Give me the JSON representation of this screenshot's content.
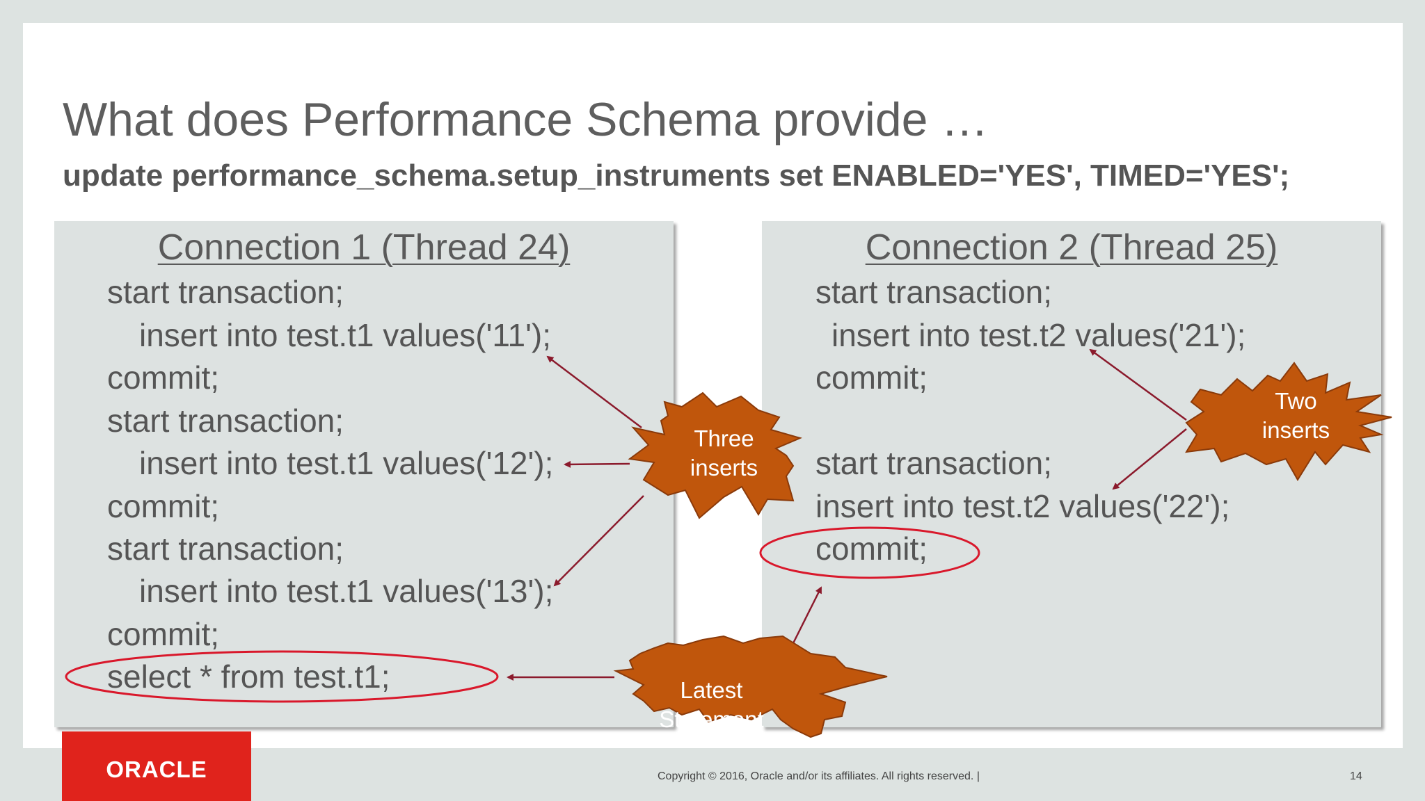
{
  "title": "What does Performance Schema provide …",
  "subtitle": "update performance_schema.setup_instruments set ENABLED='YES', TIMED='YES';",
  "connection1": {
    "heading": "Connection 1 (Thread 24)",
    "lines": [
      "start transaction;",
      "insert into test.t1 values('11');",
      "commit;",
      "start transaction;",
      "insert into test.t1 values('12');",
      "commit;",
      "start transaction;",
      "insert into test.t1 values('13');",
      "commit;",
      "select * from test.t1;"
    ]
  },
  "connection2": {
    "heading": "Connection 2 (Thread 25)",
    "lines": [
      "start transaction;",
      "insert into test.t2 values('21');",
      "commit;",
      "start transaction;",
      "insert into test.t2 values('22');",
      "commit;"
    ]
  },
  "callouts": {
    "three_inserts": [
      "Three",
      "inserts"
    ],
    "two_inserts": [
      "Two",
      "inserts"
    ],
    "latest_statement": [
      "Latest",
      "Statement"
    ]
  },
  "colors": {
    "starburst_fill": "#c0560c",
    "starburst_stroke": "#8a3a0a",
    "arrow": "#8b1a2c",
    "ellipse": "#d9182b",
    "logo_red": "#e0231c"
  },
  "footer": {
    "logo": "ORACLE",
    "copyright": "Copyright © 2016, Oracle and/or its affiliates. All rights reserved.  |",
    "page": "14"
  }
}
